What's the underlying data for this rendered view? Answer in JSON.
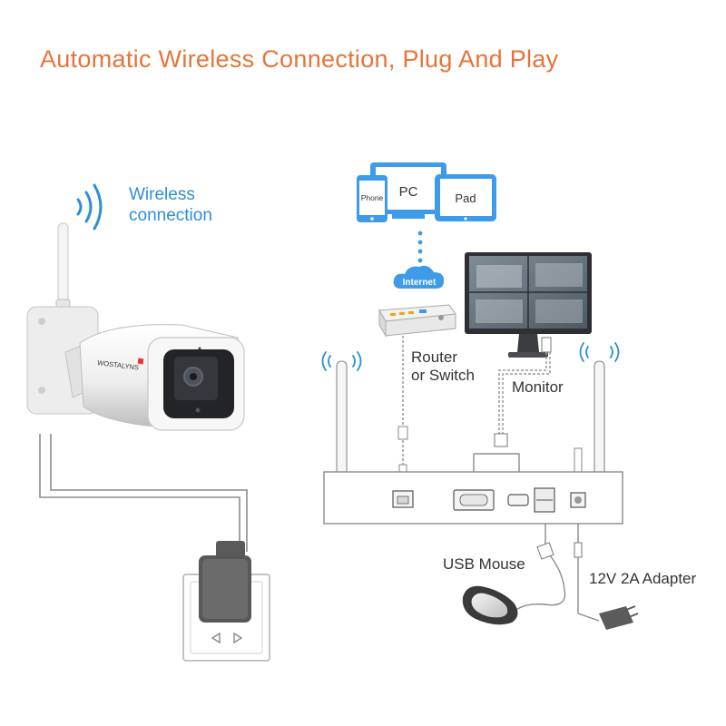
{
  "title": "Automatic Wireless Connection, Plug And Play",
  "camera": {
    "wireless_label_line1": "Wireless",
    "wireless_label_line2": "connection",
    "brand_text": "WOSTALYNS"
  },
  "devices": {
    "phone_label": "Phone",
    "pc_label": "PC",
    "pad_label": "Pad",
    "internet_label": "Internet"
  },
  "labels": {
    "router_line1": "Router",
    "router_line2": "or Switch",
    "monitor": "Monitor",
    "usb_mouse": "USB Mouse",
    "adapter": "12V 2A Adapter"
  },
  "colors": {
    "title": "#e8733a",
    "accent_blue": "#2b8fd6",
    "line_gray": "#9a9a9a",
    "text_dark": "#333333"
  }
}
